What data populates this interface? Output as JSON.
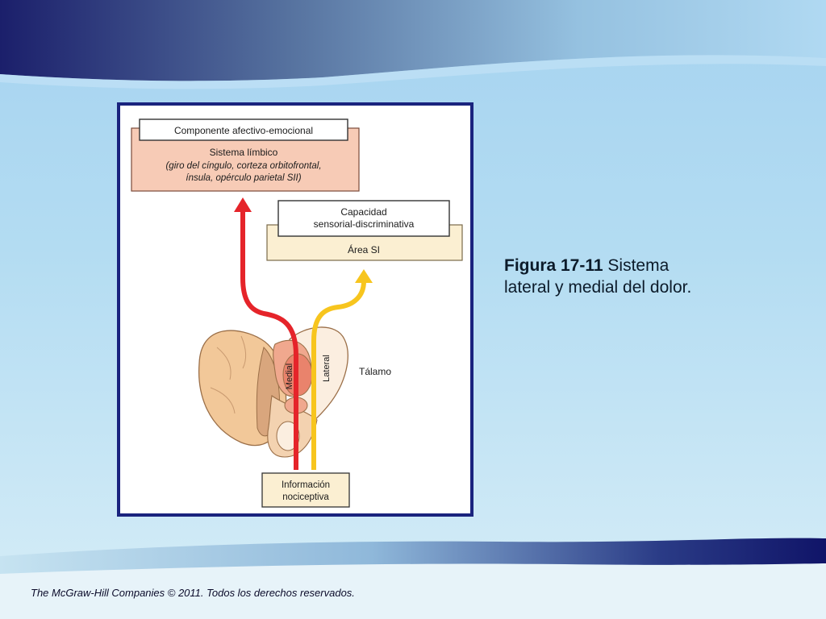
{
  "diagram": {
    "affective_box_title": "Componente afectivo-emocional",
    "limbic_title": "Sistema límbico",
    "limbic_lines": [
      "(giro del cíngulo, corteza orbitofrontal,",
      "ínsula, opérculo parietal SII)"
    ],
    "sensory_box_lines": [
      "Capacidad",
      "sensorial-discriminativa"
    ],
    "area_label": "Área SI",
    "medial_label": "Medial",
    "lateral_label": "Lateral",
    "thalamus_label": "Tálamo",
    "input_box_lines": [
      "Información",
      "nociceptiva"
    ],
    "colors": {
      "red_pathway": "#e5242a",
      "yellow_pathway": "#f7c51e",
      "frame_border": "#1a237e",
      "limbic_fill": "#f7cbb6",
      "area_fill": "#fbefd2",
      "thalamus_fill": "#f2c899",
      "medial_nucleus": "#e9836c",
      "lateral_nucleus": "#fbeee0"
    }
  },
  "caption": {
    "figure_number": "Figura 17-11",
    "text": "Sistema lateral y medial del dolor."
  },
  "footer": {
    "text": "The McGraw-Hill Companies © 2011. Todos los derechos reservados."
  }
}
